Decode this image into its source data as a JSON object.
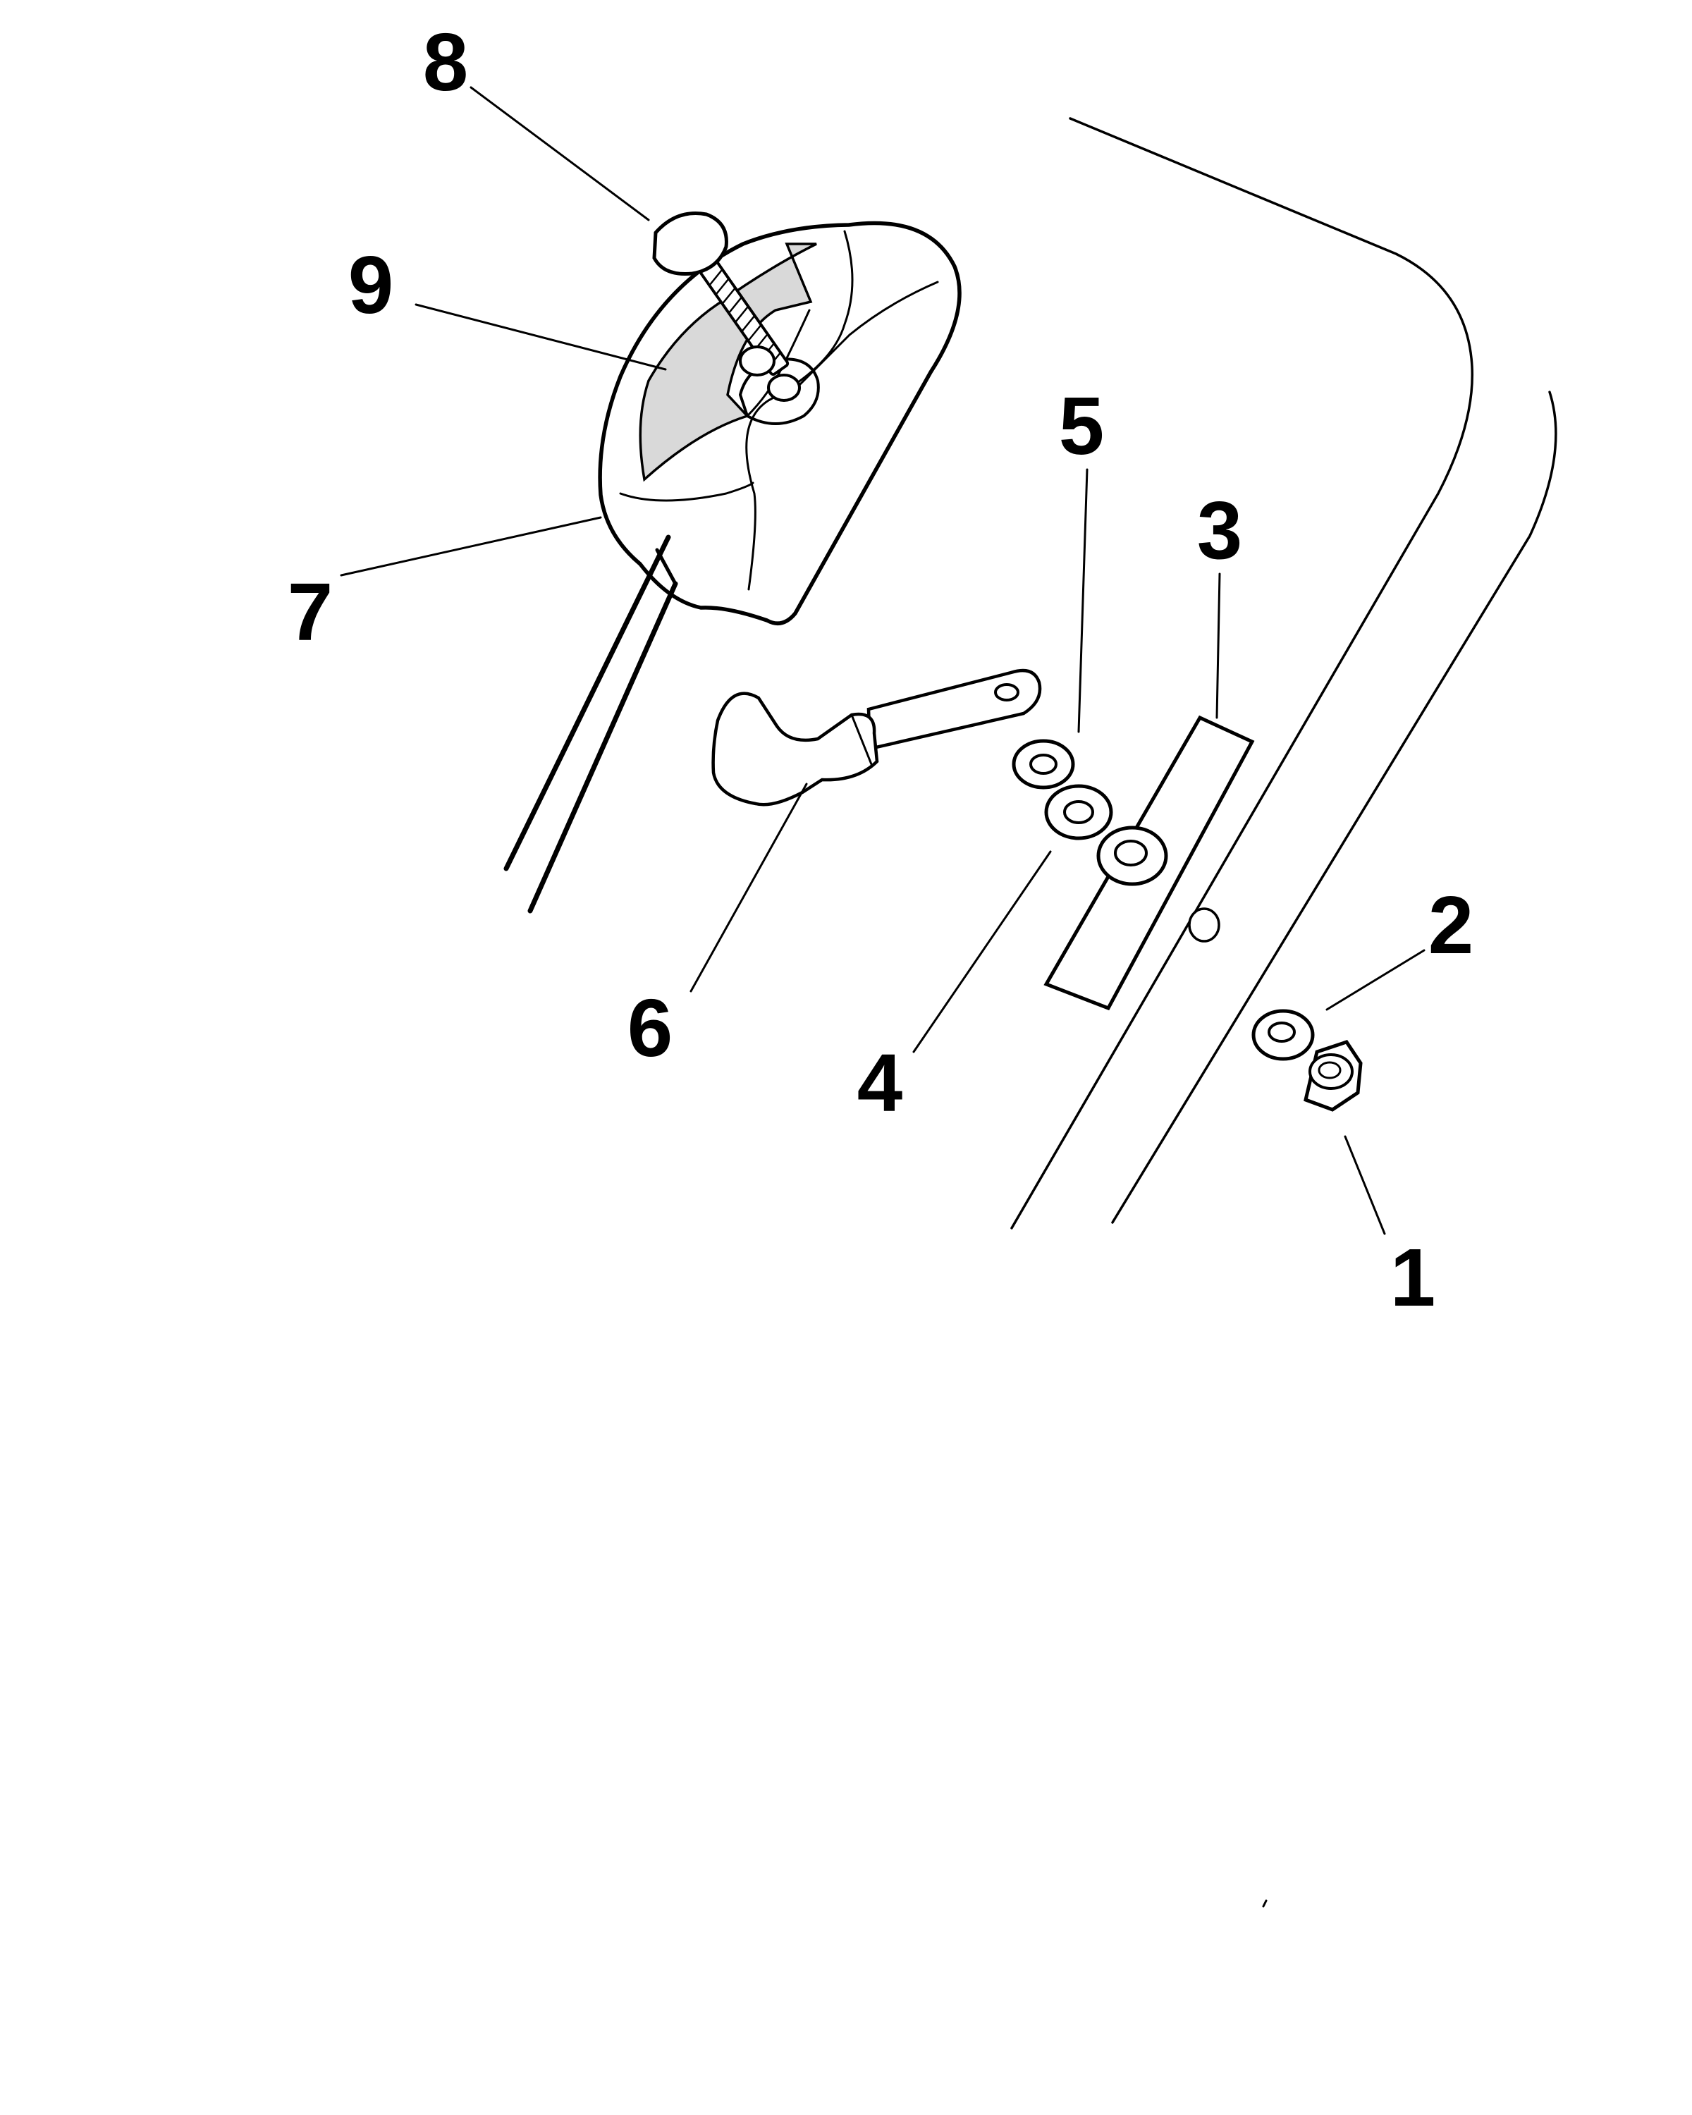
{
  "diagram": {
    "labels": {
      "p1": "1",
      "p2": "2",
      "p3": "3",
      "p4": "4",
      "p5": "5",
      "p6": "6",
      "p7": "7",
      "p8": "8",
      "p9": "9"
    },
    "colors": {
      "line": "#000000",
      "decal_fill": "#d9d9d9",
      "background": "#ffffff"
    }
  }
}
